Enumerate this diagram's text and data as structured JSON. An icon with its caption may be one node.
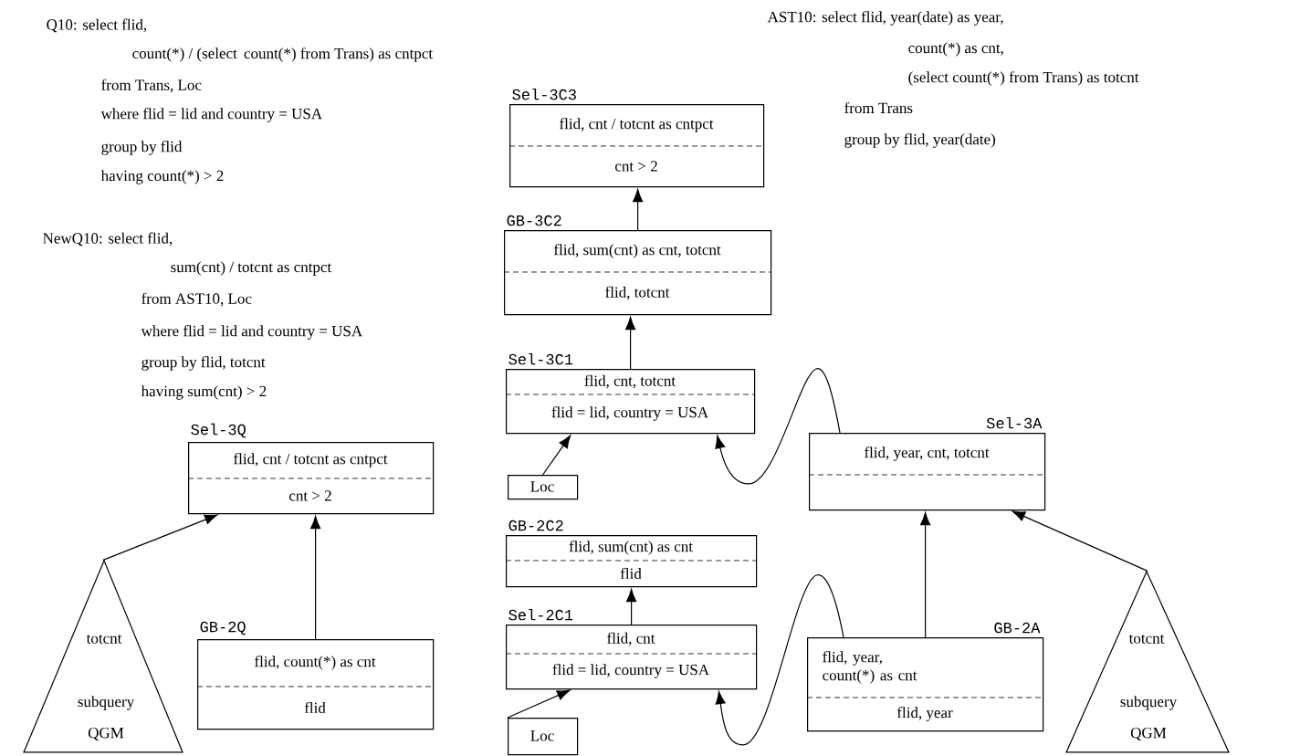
{
  "diagram": {
    "nodes": [
      {
        "text": [
          "Sel-3C3",
          "flid, cnt / totcnt as cntpct",
          "cnt > 2"
        ]
      },
      {
        "text": [
          "GB-3C2",
          "flid, sum(cnt) as cnt, totcnt",
          "flid, totcnt"
        ]
      },
      {
        "text": [
          "Sel-3C1",
          "flid, cnt, totcnt",
          "flid = lid, country = USA"
        ]
      },
      {
        "text": [
          "Loc"
        ]
      },
      {
        "text": [
          "Sel-3A",
          "flid, year, cnt, totcnt"
        ]
      },
      {
        "text": [
          "GB-2C2",
          "flid, sum(cnt) as cnt",
          "flid"
        ]
      },
      {
        "text": [
          "Sel-2C1",
          "flid, cnt",
          "flid = lid, country = USA"
        ]
      },
      {
        "text": [
          "Loc"
        ]
      },
      {
        "text": [
          "GB-2A",
          "flid, year, count(*) as cnt",
          "flid, year"
        ]
      },
      {
        "text": [
          "totcnt",
          "subquery",
          "QGM"
        ]
      },
      {
        "text": [
          "Sel-3Q",
          "flid, cnt / totcnt as cntpct",
          "cnt > 2"
        ]
      },
      {
        "text": [
          "GB-2Q",
          "flid, count(*) as cnt",
          "flid"
        ]
      },
      {
        "text": [
          "totcnt",
          "subquery",
          "QGM"
        ]
      }
    ],
    "edges": [
      {
        "from": 1,
        "to": 0,
        "arrow": "to"
      },
      {
        "from": 2,
        "to": 1,
        "arrow": "to"
      },
      {
        "from": 3,
        "to": 2,
        "arrow": "to"
      },
      {
        "from": 4,
        "to": 2,
        "arrow": "to"
      },
      {
        "from": 6,
        "to": 5,
        "arrow": "to"
      },
      {
        "from": 7,
        "to": 6,
        "arrow": "to"
      },
      {
        "from": 8,
        "to": 6,
        "arrow": "to"
      },
      {
        "from": 8,
        "to": 4,
        "arrow": "to"
      },
      {
        "from": 9,
        "to": 4,
        "arrow": "to"
      },
      {
        "from": 11,
        "to": 10,
        "arrow": "to"
      },
      {
        "from": 12,
        "to": 10,
        "arrow": "to"
      }
    ],
    "labels": [
      "Q10: select flid,",
      "count(*) / (select",
      "count(*) from Trans) as cntpct",
      "from Trans, Loc",
      "where flid = lid and country = USA",
      "group by flid",
      "having count(*) > 2",
      "NewQ10: select flid,",
      "sum(cnt) / totcnt as cntpct",
      "from AST10, Loc",
      "where flid = lid and country = USA",
      "group by flid, totcnt",
      "having sum(cnt) > 2",
      "AST10: select flid, year(date) as year,",
      "count(*) as cnt,",
      "(select count(*) from Trans) as totcnt",
      "from Trans",
      "group by flid, year(date)"
    ]
  }
}
